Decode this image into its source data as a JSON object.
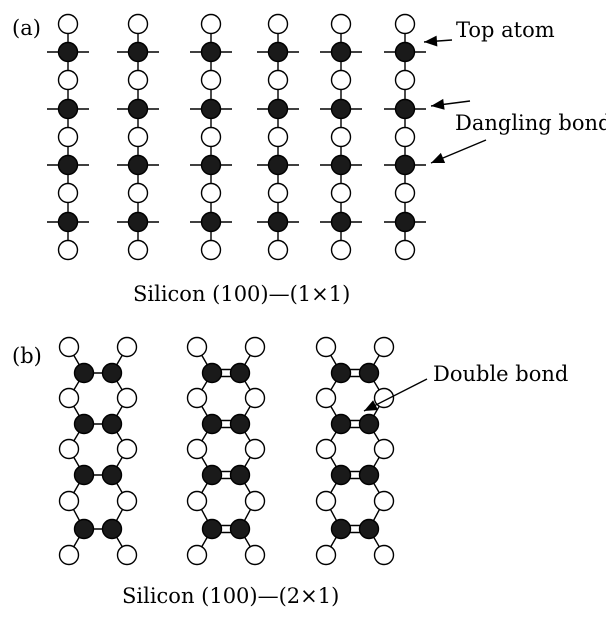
{
  "panel_a": {
    "label": "(a)",
    "caption": "Silicon (100)—(1×1)",
    "annotations": {
      "top_atom": "Top atom",
      "dangling_bonds": "Dangling bonds"
    }
  },
  "panel_b": {
    "label": "(b)",
    "caption": "Silicon (100)—(2×1)",
    "annotations": {
      "double_bond": "Double bond"
    }
  },
  "colors": {
    "line": "#000000",
    "filled_atom": "#1a1a1a",
    "open_atom": "#ffffff"
  }
}
